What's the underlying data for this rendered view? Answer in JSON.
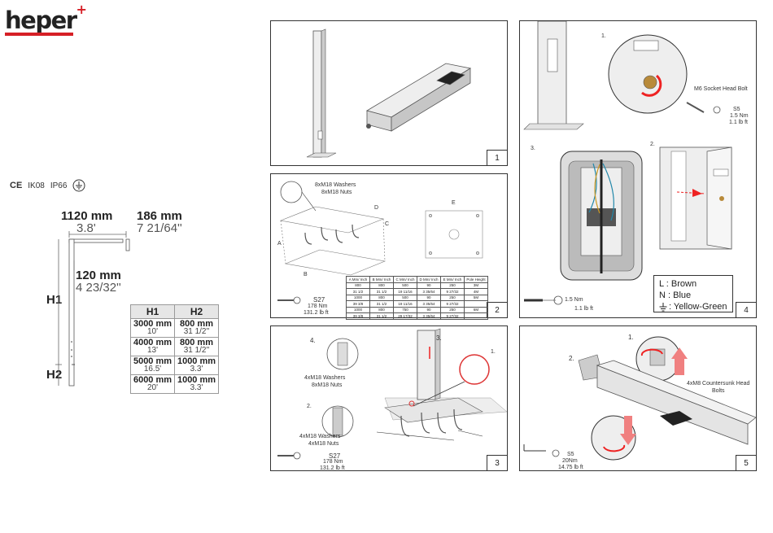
{
  "brand": {
    "name": "heper",
    "mark": "+"
  },
  "certs": {
    "ce": "CE",
    "ik": "IK08",
    "ip": "IP66"
  },
  "dims": {
    "width_mm": "1120 mm",
    "width_in": "3.8'",
    "head_mm": "186 mm",
    "head_in": "7 21/64''",
    "arm_mm": "120 mm",
    "arm_in": "4 23/32''",
    "h1": "H1",
    "h2": "H2"
  },
  "height_table": {
    "headers": [
      "H1",
      "H2"
    ],
    "rows": [
      [
        {
          "mm": "3000 mm",
          "ft": "10'"
        },
        {
          "mm": "800 mm",
          "ft": "31 1/2''"
        }
      ],
      [
        {
          "mm": "4000 mm",
          "ft": "13'"
        },
        {
          "mm": "800 mm",
          "ft": "31 1/2''"
        }
      ],
      [
        {
          "mm": "5000 mm",
          "ft": "16.5'"
        },
        {
          "mm": "1000 mm",
          "ft": "3.3'"
        }
      ],
      [
        {
          "mm": "6000 mm",
          "ft": "20'"
        },
        {
          "mm": "1000 mm",
          "ft": "3.3'"
        }
      ]
    ]
  },
  "panels": {
    "p1": {
      "num": "1"
    },
    "p2": {
      "num": "2",
      "hw1": "8xM18 Washers",
      "hw2": "8xM18 Nuts",
      "letters": {
        "a": "A",
        "b": "B",
        "c": "C",
        "d": "D",
        "e": "E"
      },
      "tool": "S27",
      "torque_nm": "178 Nm",
      "torque_lb": "131.2 lb ft",
      "dim_table": {
        "header": [
          "A\nMm/ Inch",
          "B\nMm/ Inch",
          "C\nMm/ Inch",
          "D\nMm/ Inch",
          "E\nMm/ Inch",
          "Pole Height"
        ],
        "rows": [
          [
            "800",
            "800",
            "500",
            "90",
            "250",
            "3M"
          ],
          [
            "31 1/2",
            "31 1/2",
            "19 11/16",
            "3 35/64",
            "9 27/32",
            "4M"
          ],
          [
            "1000",
            "800",
            "500",
            "90",
            "250",
            "5M"
          ],
          [
            "39 3/8",
            "31 1/2",
            "19 11/16",
            "3 35/64",
            "9 27/32",
            ""
          ],
          [
            "1000",
            "800",
            "750",
            "90",
            "250",
            "6M"
          ],
          [
            "39 3/8",
            "31 1/2",
            "29 17/32",
            "3 35/64",
            "9 27/32",
            ""
          ]
        ]
      }
    },
    "p3": {
      "num": "3",
      "s4": "4.",
      "s3": "3.",
      "s2": "2.",
      "s1": "1.",
      "hw1": "4xM18 Washers",
      "hw2": "8xM18 Nuts",
      "hw3": "4xM18 Washers",
      "hw4": "4xM18 Nuts",
      "tool": "S27",
      "torque_nm": "178 Nm",
      "torque_lb": "131.2 lb ft"
    },
    "p4": {
      "num": "4",
      "s1": "1.",
      "s2": "2.",
      "s3": "3.",
      "bolt": "M6 Socket Head Bolt",
      "tool": "S5",
      "torque_nm": "1.5 Nm",
      "torque_lb": "1.1 lb ft",
      "tool2_nm": "1.5 Nm",
      "tool2_lb": "1.1 lb ft",
      "legend": [
        "L : Brown",
        "N : Blue",
        ": Yellow-Green"
      ]
    },
    "p5": {
      "num": "5",
      "s1": "1.",
      "s2": "2.",
      "bolts": "4xM8 Countersunk Head",
      "bolts2": "Bolts",
      "tool": "S5",
      "torque_nm": "20Nm",
      "torque_lb": "14.75 lb ft"
    }
  }
}
